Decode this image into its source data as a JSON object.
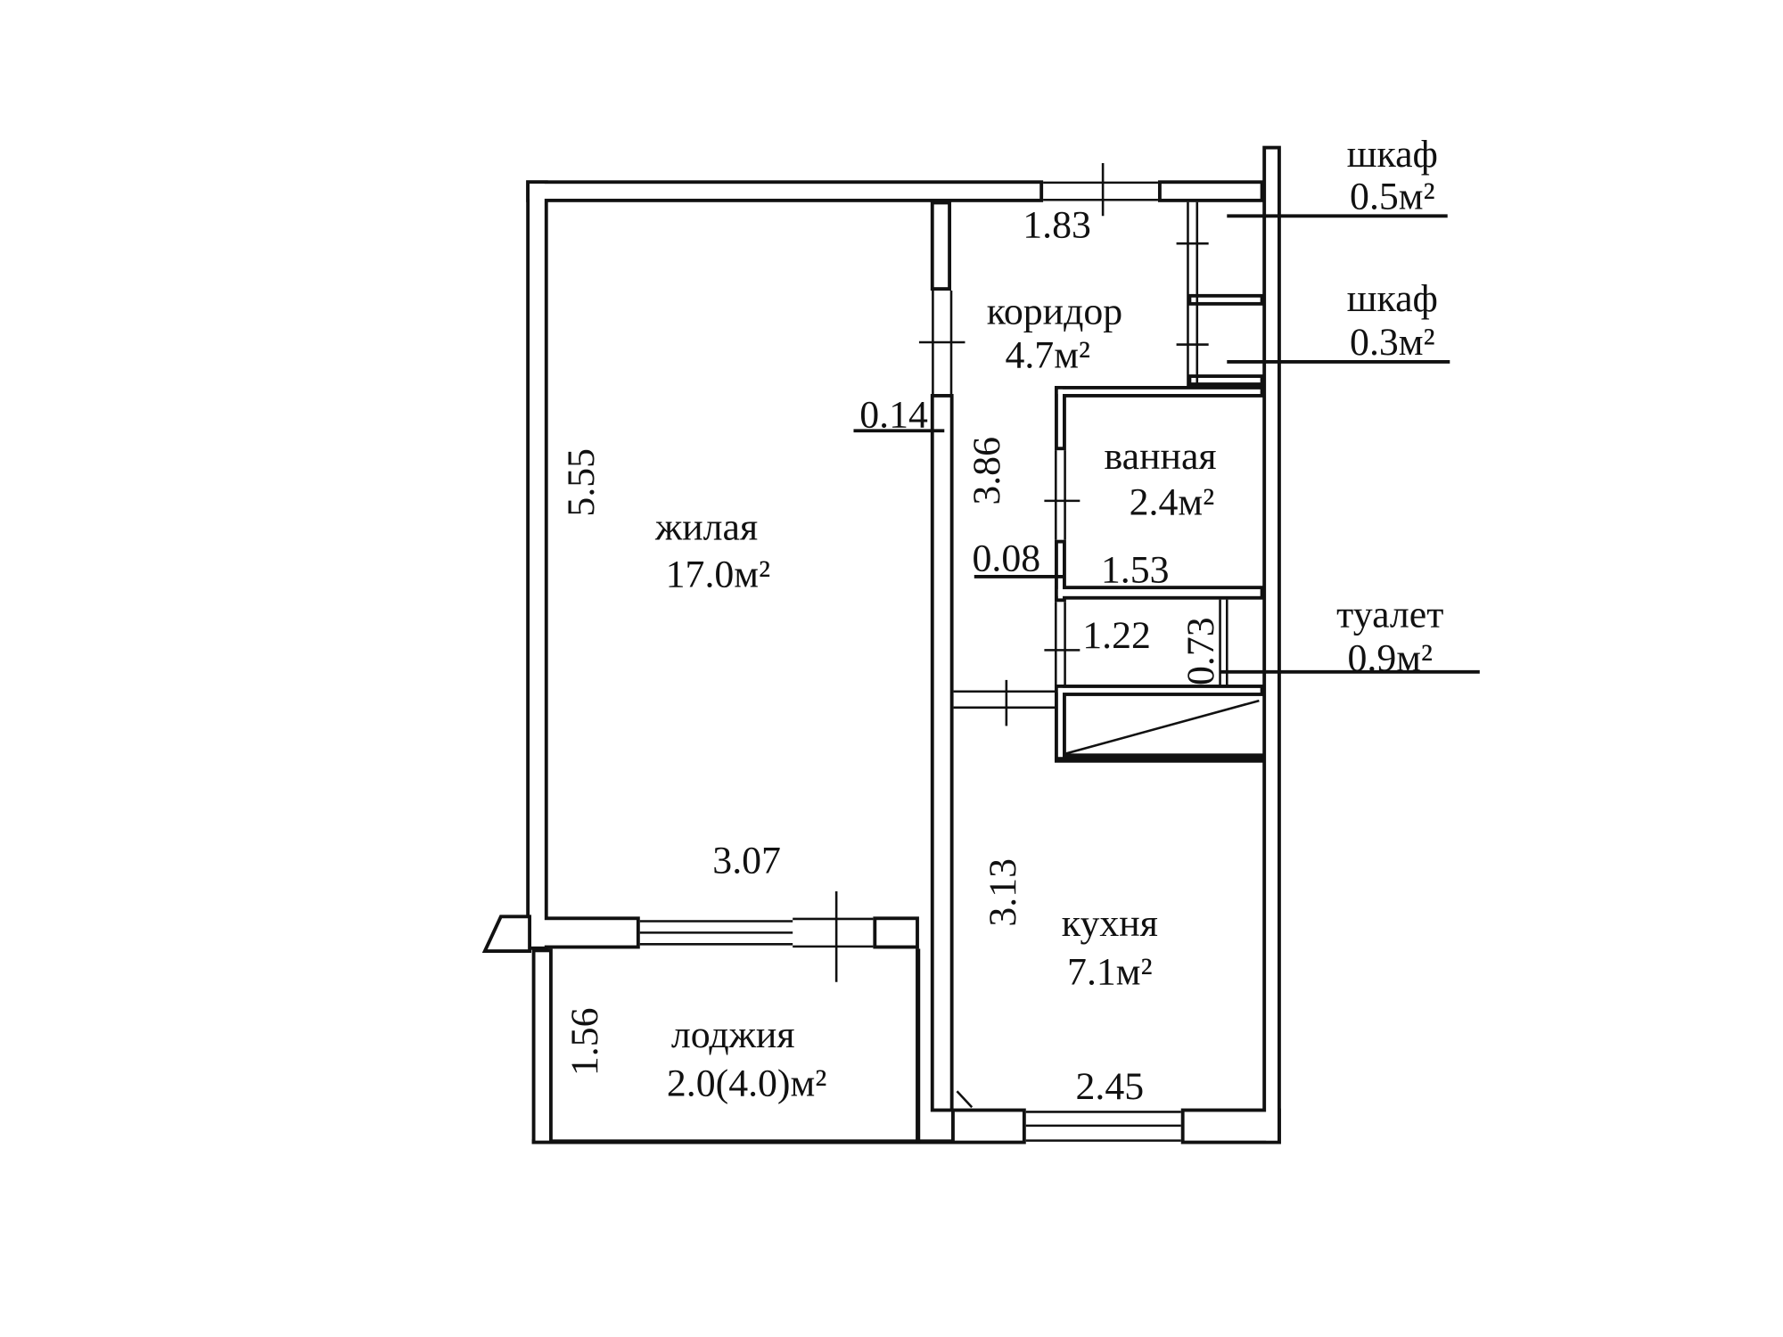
{
  "rooms": {
    "living": {
      "name": "жилая",
      "area": "17.0м²"
    },
    "corridor": {
      "name": "коридор",
      "area": "4.7м²"
    },
    "bathroom": {
      "name": "ванная",
      "area": "2.4м²"
    },
    "toilet": {
      "name": "туалет",
      "area": "0.9м²"
    },
    "kitchen": {
      "name": "кухня",
      "area": "7.1м²"
    },
    "loggia": {
      "name": "лоджия",
      "area": "2.0(4.0)м²"
    },
    "closet1": {
      "name": "шкаф",
      "area": "0.5м²"
    },
    "closet2": {
      "name": "шкаф",
      "area": "0.3м²"
    }
  },
  "dimensions": {
    "living_length": "5.55",
    "living_width": "3.07",
    "corridor_length": "3.86",
    "corridor_width": "1.83",
    "partition_wall": "0.14",
    "bath_wall": "0.08",
    "bath_width": "1.53",
    "toilet_width": "1.22",
    "toilet_depth": "0.73",
    "kitchen_length": "3.13",
    "kitchen_width": "2.45",
    "loggia_depth": "1.56"
  },
  "colors": {
    "ink": "#111111",
    "paper": "#ffffff"
  }
}
